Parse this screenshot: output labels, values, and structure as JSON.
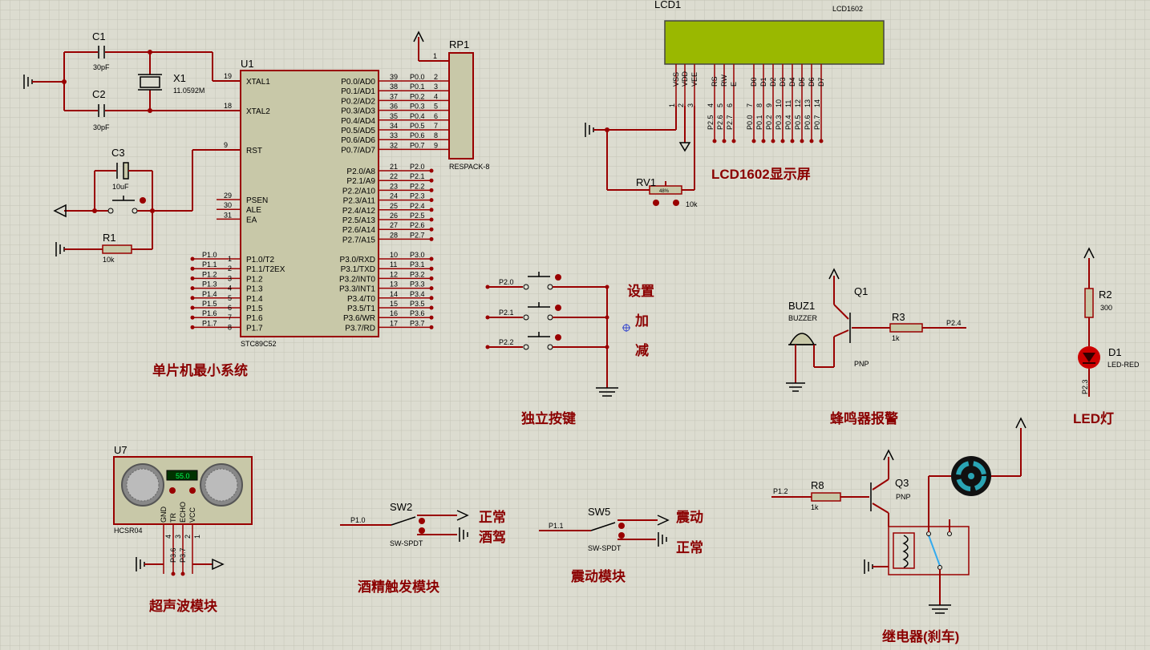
{
  "colors": {
    "background": "#dcdcd0",
    "grid": "#c8c8bb",
    "wire": "#990000",
    "body": "#c8c8a8",
    "lcd": "#9ab800",
    "title": "#8b0000"
  },
  "parts": {
    "c1": {
      "ref": "C1",
      "value": "30pF"
    },
    "c2": {
      "ref": "C2",
      "value": "30pF"
    },
    "c3": {
      "ref": "C3",
      "value": "10uF"
    },
    "x1": {
      "ref": "X1",
      "value": "11.0592M"
    },
    "r1": {
      "ref": "R1",
      "value": "10k"
    },
    "u1": {
      "ref": "U1",
      "model": "STC89C52"
    },
    "rp1": {
      "ref": "RP1",
      "model": "RESPACK-8"
    },
    "lcd": {
      "ref": "LCD1",
      "model": "LCD1602"
    },
    "rv1": {
      "ref": "RV1",
      "value": "10k",
      "percent": "48%"
    },
    "buz": {
      "ref": "BUZ1",
      "model": "BUZZER"
    },
    "q1": {
      "ref": "Q1",
      "type": "PNP"
    },
    "r3": {
      "ref": "R3",
      "value": "1k"
    },
    "r2": {
      "ref": "R2",
      "value": "300"
    },
    "d1": {
      "ref": "D1",
      "model": "LED-RED"
    },
    "u7": {
      "ref": "U7",
      "model": "HCSR04",
      "display": "55.0"
    },
    "sw2": {
      "ref": "SW2",
      "model": "SW-SPDT"
    },
    "sw5": {
      "ref": "SW5",
      "model": "SW-SPDT"
    },
    "r8": {
      "ref": "R8",
      "value": "1k"
    },
    "q3": {
      "ref": "Q3",
      "type": "PNP"
    }
  },
  "u1_left_top": [
    {
      "num": "19",
      "name": "XTAL1"
    },
    {
      "num": "18",
      "name": "XTAL2"
    },
    {
      "num": "9",
      "name": "RST"
    }
  ],
  "u1_left_mid": [
    {
      "num": "29",
      "name": "PSEN"
    },
    {
      "num": "30",
      "name": "ALE"
    },
    {
      "num": "31",
      "name": "EA"
    }
  ],
  "u1_p1": [
    {
      "num": "1",
      "name": "P1.0/T2",
      "net": "P1.0"
    },
    {
      "num": "2",
      "name": "P1.1/T2EX",
      "net": "P1.1"
    },
    {
      "num": "3",
      "name": "P1.2",
      "net": "P1.2"
    },
    {
      "num": "4",
      "name": "P1.3",
      "net": "P1.3"
    },
    {
      "num": "5",
      "name": "P1.4",
      "net": "P1.4"
    },
    {
      "num": "6",
      "name": "P1.5",
      "net": "P1.5"
    },
    {
      "num": "7",
      "name": "P1.6",
      "net": "P1.6"
    },
    {
      "num": "8",
      "name": "P1.7",
      "net": "P1.7"
    }
  ],
  "u1_p0": [
    {
      "num": "39",
      "name": "P0.0/AD0",
      "net": "P0.0",
      "rp": "2"
    },
    {
      "num": "38",
      "name": "P0.1/AD1",
      "net": "P0.1",
      "rp": "3"
    },
    {
      "num": "37",
      "name": "P0.2/AD2",
      "net": "P0.2",
      "rp": "4"
    },
    {
      "num": "36",
      "name": "P0.3/AD3",
      "net": "P0.3",
      "rp": "5"
    },
    {
      "num": "35",
      "name": "P0.4/AD4",
      "net": "P0.4",
      "rp": "6"
    },
    {
      "num": "34",
      "name": "P0.5/AD5",
      "net": "P0.5",
      "rp": "7"
    },
    {
      "num": "33",
      "name": "P0.6/AD6",
      "net": "P0.6",
      "rp": "8"
    },
    {
      "num": "32",
      "name": "P0.7/AD7",
      "net": "P0.7",
      "rp": "9"
    }
  ],
  "u1_p2": [
    {
      "num": "21",
      "name": "P2.0/A8",
      "net": "P2.0"
    },
    {
      "num": "22",
      "name": "P2.1/A9",
      "net": "P2.1"
    },
    {
      "num": "23",
      "name": "P2.2/A10",
      "net": "P2.2"
    },
    {
      "num": "24",
      "name": "P2.3/A11",
      "net": "P2.3"
    },
    {
      "num": "25",
      "name": "P2.4/A12",
      "net": "P2.4"
    },
    {
      "num": "26",
      "name": "P2.5/A13",
      "net": "P2.5"
    },
    {
      "num": "27",
      "name": "P2.6/A14",
      "net": "P2.6"
    },
    {
      "num": "28",
      "name": "P2.7/A15",
      "net": "P2.7"
    }
  ],
  "u1_p3": [
    {
      "num": "10",
      "name": "P3.0/RXD",
      "net": "P3.0"
    },
    {
      "num": "11",
      "name": "P3.1/TXD",
      "net": "P3.1"
    },
    {
      "num": "12",
      "name": "P3.2/INT0",
      "net": "P3.2"
    },
    {
      "num": "13",
      "name": "P3.3/INT1",
      "net": "P3.3"
    },
    {
      "num": "14",
      "name": "P3.4/T0",
      "net": "P3.4"
    },
    {
      "num": "15",
      "name": "P3.5/T1",
      "net": "P3.5"
    },
    {
      "num": "16",
      "name": "P3.6/WR",
      "net": "P3.6"
    },
    {
      "num": "17",
      "name": "P3.7/RD",
      "net": "P3.7"
    }
  ],
  "rp1_pin1": "1",
  "lcd_pins": [
    {
      "name": "VSS",
      "num": "1",
      "net": ""
    },
    {
      "name": "VDD",
      "num": "2",
      "net": ""
    },
    {
      "name": "VEE",
      "num": "3",
      "net": ""
    },
    {
      "name": "RS",
      "num": "4",
      "net": "P2.5"
    },
    {
      "name": "RW",
      "num": "5",
      "net": "P2.6"
    },
    {
      "name": "E",
      "num": "6",
      "net": "P2.7"
    },
    {
      "name": "D0",
      "num": "7",
      "net": "P0.0"
    },
    {
      "name": "D1",
      "num": "8",
      "net": "P0.1"
    },
    {
      "name": "D2",
      "num": "9",
      "net": "P0.2"
    },
    {
      "name": "D3",
      "num": "10",
      "net": "P0.3"
    },
    {
      "name": "D4",
      "num": "11",
      "net": "P0.4"
    },
    {
      "name": "D5",
      "num": "12",
      "net": "P0.5"
    },
    {
      "name": "D6",
      "num": "13",
      "net": "P0.6"
    },
    {
      "name": "D7",
      "num": "14",
      "net": "P0.7"
    }
  ],
  "keys": [
    {
      "net": "P2.0",
      "label": "设置"
    },
    {
      "net": "P2.1",
      "label": "加"
    },
    {
      "net": "P2.2",
      "label": "减"
    }
  ],
  "nets": {
    "buzzer": "P2.4",
    "led": "P2.3",
    "sw2": "P1.0",
    "sw5": "P1.1",
    "relay": "P1.2"
  },
  "hcsr04_pins": [
    {
      "name": "GND",
      "num": "4",
      "net": ""
    },
    {
      "name": "TR",
      "num": "3",
      "net": "P3.6"
    },
    {
      "name": "ECHO",
      "num": "2",
      "net": "P3.7"
    },
    {
      "name": "VCC",
      "num": "1",
      "net": ""
    }
  ],
  "sw2_labels": {
    "a": "正常",
    "b": "酒驾"
  },
  "sw5_labels": {
    "a": "震动",
    "b": "正常"
  },
  "sections": {
    "mcu": "单片机最小系统",
    "lcd": "LCD1602显示屏",
    "keys": "独立按键",
    "buzzer": "蜂鸣器报警",
    "led": "LED灯",
    "ultrasonic": "超声波模块",
    "alcohol": "酒精触发模块",
    "vibration": "震动模块",
    "relay": "继电器(刹车)"
  }
}
